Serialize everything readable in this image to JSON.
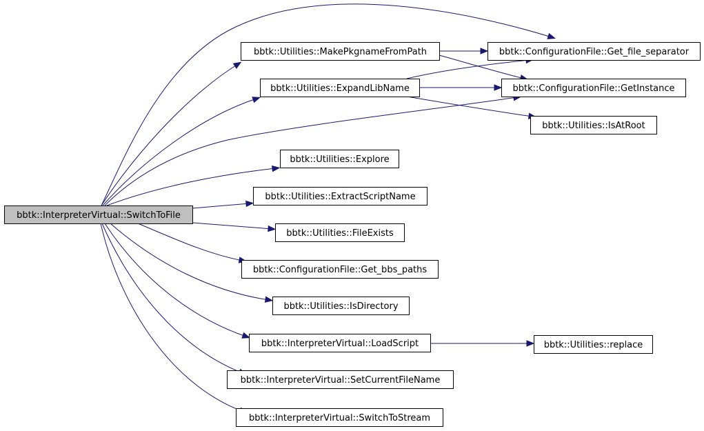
{
  "nodes": [
    {
      "id": "switch_to_file",
      "label": "bbtk::InterpreterVirtual::SwitchToFile",
      "root": true
    },
    {
      "id": "make_pkgname",
      "label": "bbtk::Utilities::MakePkgnameFromPath"
    },
    {
      "id": "expand_lib",
      "label": "bbtk::Utilities::ExpandLibName"
    },
    {
      "id": "get_file_sep",
      "label": "bbtk::ConfigurationFile::Get_file_separator"
    },
    {
      "id": "get_instance",
      "label": "bbtk::ConfigurationFile::GetInstance"
    },
    {
      "id": "is_at_root",
      "label": "bbtk::Utilities::IsAtRoot"
    },
    {
      "id": "explore",
      "label": "bbtk::Utilities::Explore"
    },
    {
      "id": "extract_script",
      "label": "bbtk::Utilities::ExtractScriptName"
    },
    {
      "id": "file_exists",
      "label": "bbtk::Utilities::FileExists"
    },
    {
      "id": "get_bbs_paths",
      "label": "bbtk::ConfigurationFile::Get_bbs_paths"
    },
    {
      "id": "is_directory",
      "label": "bbtk::Utilities::IsDirectory"
    },
    {
      "id": "load_script",
      "label": "bbtk::InterpreterVirtual::LoadScript"
    },
    {
      "id": "replace",
      "label": "bbtk::Utilities::replace"
    },
    {
      "id": "set_current_file",
      "label": "bbtk::InterpreterVirtual::SetCurrentFileName"
    },
    {
      "id": "switch_to_stream",
      "label": "bbtk::InterpreterVirtual::SwitchToStream"
    }
  ],
  "edges": [
    {
      "from": "switch_to_file",
      "to": "get_file_sep"
    },
    {
      "from": "switch_to_file",
      "to": "make_pkgname"
    },
    {
      "from": "switch_to_file",
      "to": "expand_lib"
    },
    {
      "from": "switch_to_file",
      "to": "get_instance"
    },
    {
      "from": "switch_to_file",
      "to": "explore"
    },
    {
      "from": "switch_to_file",
      "to": "extract_script"
    },
    {
      "from": "switch_to_file",
      "to": "file_exists"
    },
    {
      "from": "switch_to_file",
      "to": "get_bbs_paths"
    },
    {
      "from": "switch_to_file",
      "to": "is_directory"
    },
    {
      "from": "switch_to_file",
      "to": "load_script"
    },
    {
      "from": "switch_to_file",
      "to": "set_current_file"
    },
    {
      "from": "switch_to_file",
      "to": "switch_to_stream"
    },
    {
      "from": "make_pkgname",
      "to": "get_file_sep"
    },
    {
      "from": "make_pkgname",
      "to": "get_instance"
    },
    {
      "from": "expand_lib",
      "to": "get_file_sep"
    },
    {
      "from": "expand_lib",
      "to": "get_instance"
    },
    {
      "from": "expand_lib",
      "to": "is_at_root"
    },
    {
      "from": "load_script",
      "to": "replace"
    }
  ]
}
